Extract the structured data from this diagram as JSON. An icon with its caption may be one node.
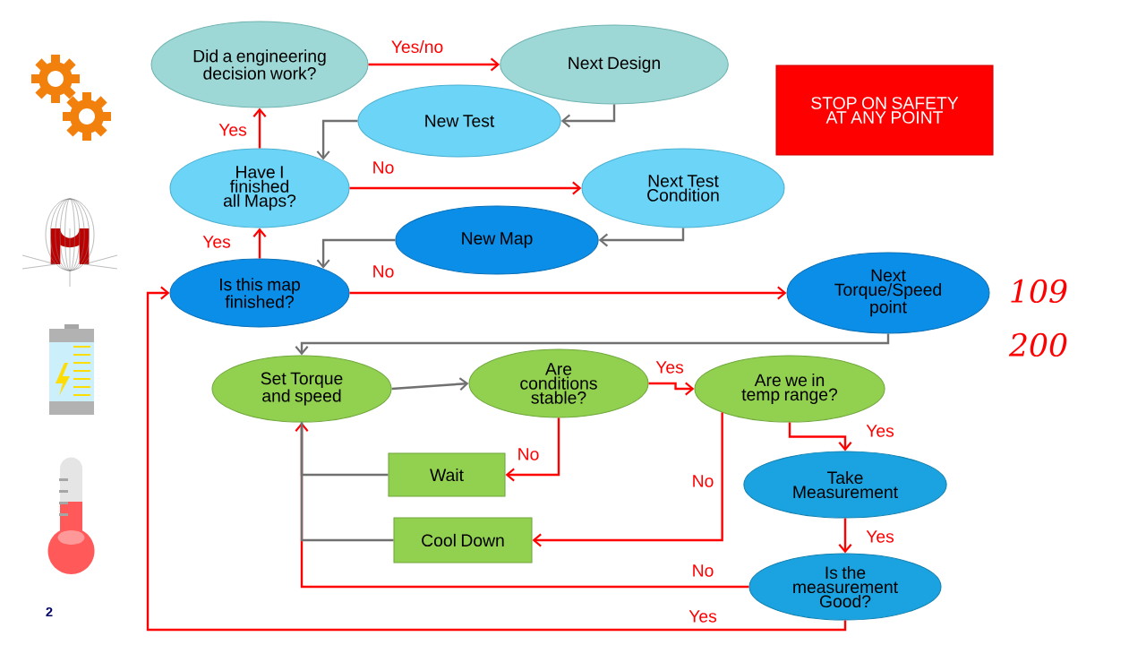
{
  "diagram": {
    "nodes": [
      {
        "text": [
          "Did a engineering decision work?"
        ]
      },
      {
        "text": [
          "Next Design"
        ]
      },
      {
        "text": [
          "New Test"
        ]
      },
      {
        "text": [
          "Have I finished all Maps?"
        ]
      },
      {
        "text": [
          "Next Test Condition"
        ]
      },
      {
        "text": [
          "New Map"
        ]
      },
      {
        "text": [
          "Is this map finished?"
        ]
      },
      {
        "text": [
          "Next Torque/Speed point"
        ]
      },
      {
        "text": [
          "Set Torque and speed"
        ]
      },
      {
        "text": [
          "Are conditions stable?"
        ]
      },
      {
        "text": [
          "Are we in temp range?"
        ]
      },
      {
        "text": [
          "Wait"
        ]
      },
      {
        "text": [
          "Cool Down"
        ]
      },
      {
        "text": [
          "Take Measurement"
        ]
      },
      {
        "text": [
          "Is the measurement Good?"
        ]
      },
      {
        "text": [
          "STOP ON SAFETY AT ANY POINT"
        ]
      }
    ],
    "edges": [
      {
        "from": 0,
        "to": 1,
        "arrow": "to",
        "label": "Yes/no"
      },
      {
        "from": 1,
        "to": 2,
        "arrow": "to",
        "color": "#707070"
      },
      {
        "from": 2,
        "to": 3,
        "arrow": "to",
        "color": "#707070"
      },
      {
        "from": 3,
        "to": 0,
        "arrow": "to",
        "label": "Yes"
      },
      {
        "from": 3,
        "to": 4,
        "arrow": "to",
        "label": "No"
      },
      {
        "from": 4,
        "to": 5,
        "arrow": "to",
        "color": "#707070"
      },
      {
        "from": 5,
        "to": 6,
        "arrow": "to",
        "color": "#707070"
      },
      {
        "from": 6,
        "to": 3,
        "arrow": "to",
        "label": "Yes"
      },
      {
        "from": 6,
        "to": 7,
        "arrow": "to",
        "label": "No"
      },
      {
        "from": 7,
        "to": 8,
        "arrow": "to",
        "color": "#707070"
      },
      {
        "from": 8,
        "to": 9,
        "arrow": "to",
        "color": "#707070"
      },
      {
        "from": 9,
        "to": 10,
        "arrow": "to",
        "label": "Yes"
      },
      {
        "from": 9,
        "to": 11,
        "arrow": "to",
        "label": "No"
      },
      {
        "from": 10,
        "to": 13,
        "arrow": "to",
        "label": "Yes"
      },
      {
        "from": 10,
        "to": 12,
        "arrow": "to",
        "label": "No"
      },
      {
        "from": 13,
        "to": 14,
        "arrow": "to",
        "label": "Yes"
      },
      {
        "from": 14,
        "to": 8,
        "arrow": "to",
        "label": "No"
      },
      {
        "from": 14,
        "to": 6,
        "arrow": "to",
        "label": "Yes"
      },
      {
        "from": 11,
        "to": 8,
        "arrow": "none",
        "color": "#707070"
      },
      {
        "from": 12,
        "to": 8,
        "arrow": "none",
        "color": "#707070"
      }
    ],
    "labels": [
      "109",
      "200",
      "2"
    ]
  }
}
